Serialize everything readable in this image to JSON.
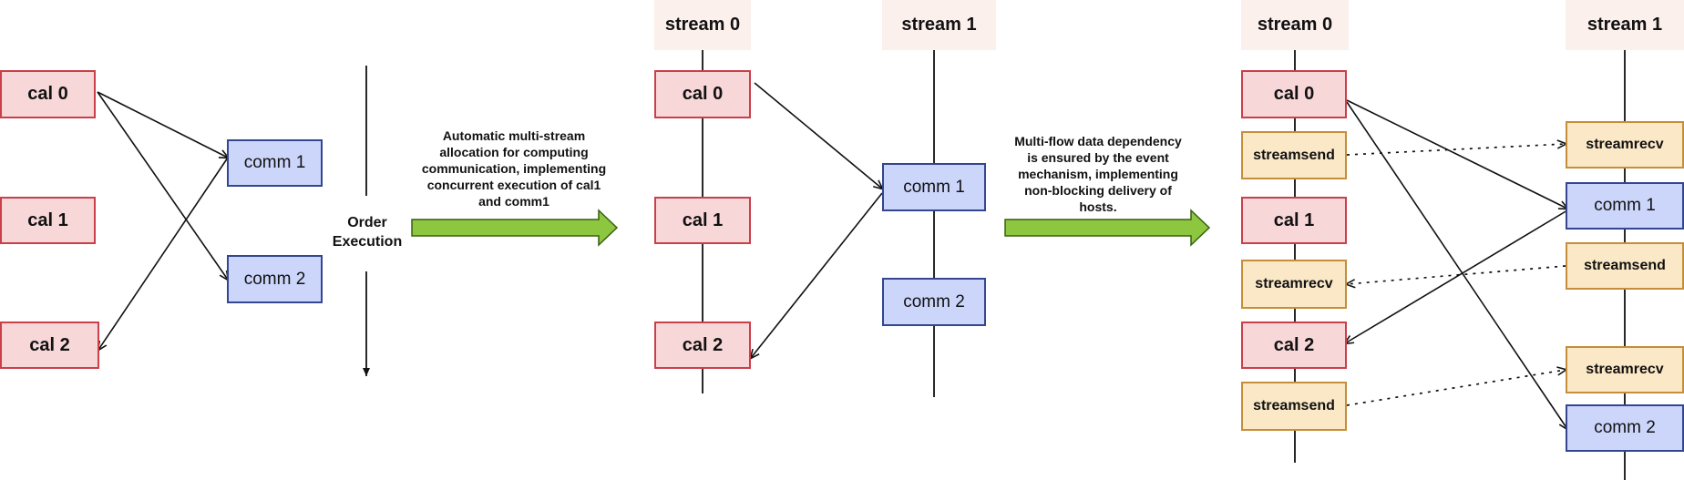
{
  "panel1": {
    "cal0": "cal 0",
    "cal1": "cal 1",
    "cal2": "cal 2",
    "comm1": "comm 1",
    "comm2": "comm 2",
    "order_line1": "Order",
    "order_line2": "Execution"
  },
  "transition1": {
    "lines": [
      "Automatic multi-stream",
      "allocation for computing",
      "communication, implementing",
      "concurrent execution of cal1",
      "and comm1"
    ]
  },
  "panel2": {
    "stream0": "stream 0",
    "stream1": "stream 1",
    "cal0": "cal 0",
    "cal1": "cal 1",
    "cal2": "cal 2",
    "comm1": "comm 1",
    "comm2": "comm 2"
  },
  "transition2": {
    "lines": [
      "Multi-flow data dependency",
      "is ensured by the event",
      "mechanism, implementing",
      "non-blocking delivery of",
      "hosts."
    ]
  },
  "panel3": {
    "stream0": "stream 0",
    "stream1": "stream 1",
    "cal0": "cal 0",
    "send_a": "streamsend",
    "cal1": "cal 1",
    "recv_b": "streamrecv",
    "cal2": "cal 2",
    "send_c": "streamsend",
    "recv_a": "streamrecv",
    "comm1": "comm 1",
    "send_b": "streamsend",
    "recv_c": "streamrecv",
    "comm2": "comm 2"
  },
  "colors": {
    "cal_fill": "#f8d7d9",
    "cal_border": "#c9404b",
    "comm_fill": "#ccd6fb",
    "comm_border": "#33468f",
    "event_fill": "#fbe8c7",
    "event_border": "#c48e3a",
    "header_fill": "#fcf0ed",
    "arrow_green": "#8dc63f"
  }
}
